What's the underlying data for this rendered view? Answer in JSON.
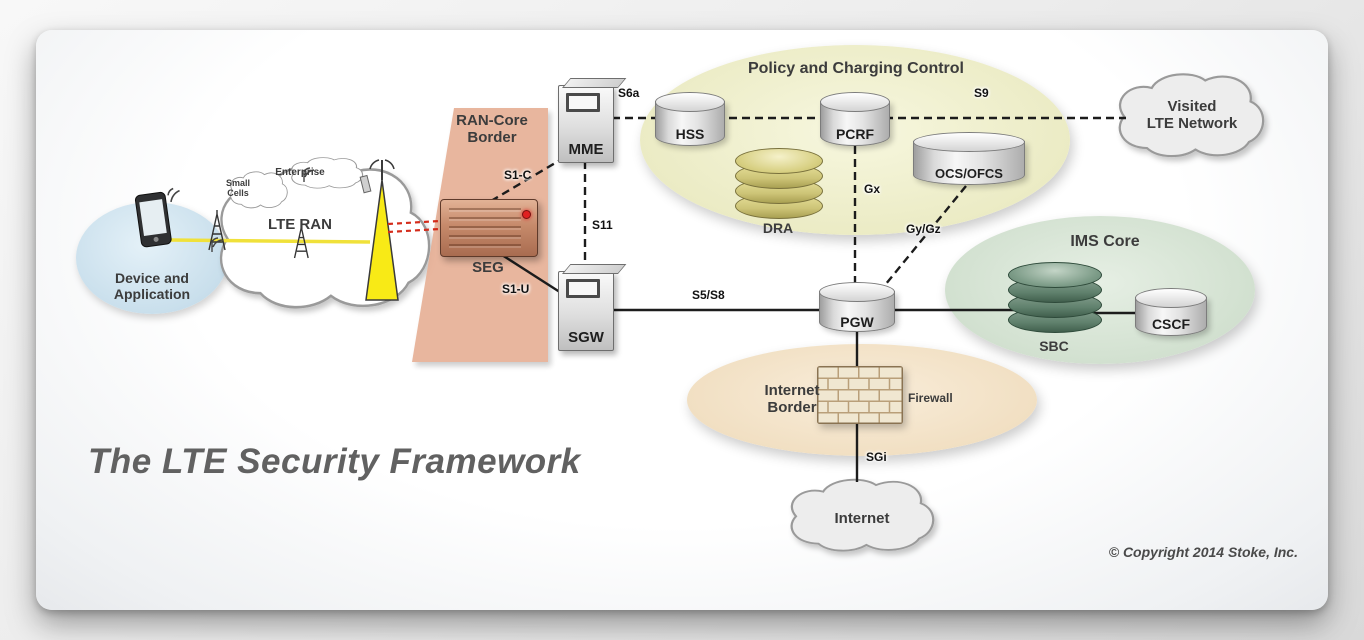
{
  "page": {
    "title": "The LTE Security Framework",
    "copyright": "© Copyright 2014 Stoke, Inc."
  },
  "regions": {
    "device": {
      "label": "Device and\nApplication",
      "color": "#c9dfec"
    },
    "lte_ran": {
      "label": "LTE RAN"
    },
    "small_cells": {
      "label": "Small\nCells"
    },
    "enterprise": {
      "label": "Enterprise"
    },
    "ran_core_border": {
      "label": "RAN-Core\nBorder",
      "color": "#e7b096"
    },
    "policy": {
      "label": "Policy and Charging Control",
      "color": "#ebebc4"
    },
    "ims": {
      "label": "IMS Core",
      "color": "#d1e0cf"
    },
    "internet_border": {
      "label": "Internet\nBorder",
      "color": "#f1dfc2"
    },
    "visited": {
      "label": "Visited\nLTE Network"
    },
    "internet": {
      "label": "Internet"
    }
  },
  "nodes": {
    "seg": {
      "label": "SEG"
    },
    "mme": {
      "label": "MME"
    },
    "sgw": {
      "label": "SGW"
    },
    "hss": {
      "label": "HSS"
    },
    "pcrf": {
      "label": "PCRF"
    },
    "dra": {
      "label": "DRA"
    },
    "ocs_ofcs": {
      "label": "OCS/OFCS"
    },
    "pgw": {
      "label": "PGW"
    },
    "sbc": {
      "label": "SBC"
    },
    "cscf": {
      "label": "CSCF"
    },
    "firewall": {
      "label": "Firewall"
    }
  },
  "interfaces": {
    "s6a": "S6a",
    "s9": "S9",
    "s1c": "S1-C",
    "s11": "S11",
    "s1u": "S1-U",
    "s5s8": "S5/S8",
    "gx": "Gx",
    "gygz": "Gy/Gz",
    "sgi": "SGi"
  },
  "colors": {
    "red_link": "#d42b1a",
    "yellow_link": "#f0e13a",
    "control_link": "#1c1c1c"
  }
}
